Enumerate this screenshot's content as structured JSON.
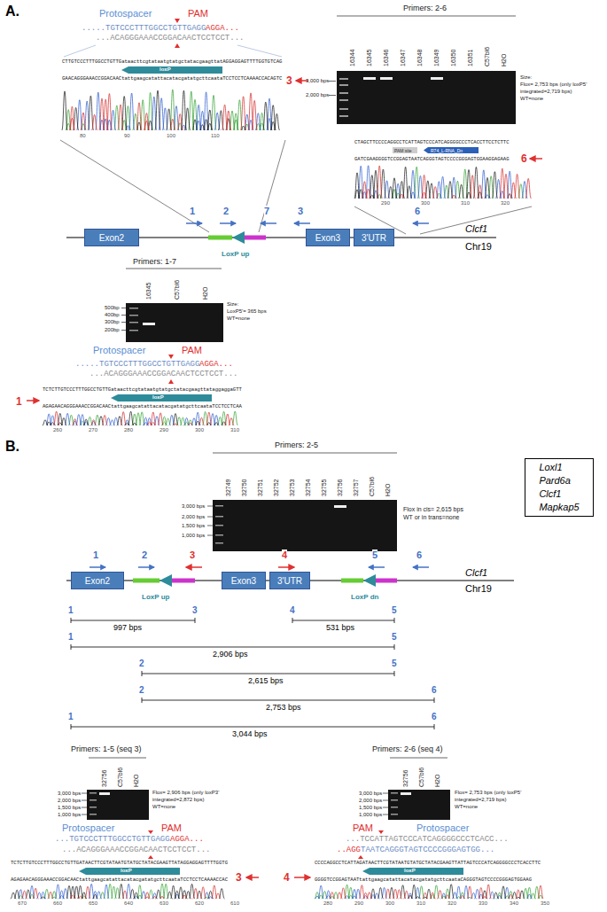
{
  "diagram": {
    "nodes": [
      {
        "text": [
          "Exon2"
        ]
      },
      {
        "text": [
          "Exon3"
        ]
      },
      {
        "text": [
          "3'UTR"
        ]
      },
      {
        "text": [
          "Loxl1 Pard6a Clcf1 Mapkap5"
        ]
      },
      {
        "text": [
          "Exon2"
        ]
      },
      {
        "text": [
          "Exon3"
        ]
      },
      {
        "text": [
          "3'UTR"
        ]
      }
    ],
    "labels": [
      "A.",
      "Protospacer",
      "PAM",
      ".....TGTCCCTTTGGCCTGTTGAGG",
      "AGGA...",
      "...ACAGGGAAACCGGACAACTCCTCCT...",
      "CTTGTCCCTTTGGCCTGTTGataacttcgtataatgtatgctatacgaagttatAGGAGGAGTTTTGGTGTCAG",
      "loxP",
      "GAACAGGGAAACCGGACAACtattgaagcatattacatacgatatgcttcaataTCCTCCTCAAAACCACAGTC",
      "3",
      "80",
      "90",
      "100",
      "110",
      "Primers: 2-6",
      "16344",
      "16345",
      "16346",
      "16347",
      "16348",
      "16349",
      "16350",
      "16351",
      "C57bl6",
      "H2O",
      "3,000 bps",
      "2,000 bps",
      "Size:",
      "Flox= 2,753 bps (only loxP5'",
      "integrated=2,719 bps)",
      "WT=none",
      "CTAGCTTCCCCAGGCCTCATTAGTCCCATCAGGGGCCCTCACCTTCCTCTTC",
      "PAM site",
      "R74_L-RNA_Dn",
      "GATCGAAGGGGTCCGGAGTAATCAGGGTAGTCCCCGGGAGTGGAAGGAGAAG",
      "6",
      "290",
      "300",
      "310",
      "320",
      "1",
      "2",
      "7",
      "3",
      "LoxP up",
      "6",
      "Clcf1",
      "Chr19",
      "Primers: 1-7",
      "16345",
      "C57bl6",
      "H2O",
      "500bp",
      "400bp",
      "300bp",
      "200bp",
      "Size:",
      "LoxP5'= 365 bps",
      "WT=none",
      "Protospacer",
      "PAM",
      ".....TGTCCCTTTGGCCTGTTGAGG",
      "AGGA...",
      "...ACAGGGAAACCGGACAACTCCTCCT...",
      "TCTCTTGTCCCTTTGGCCTGTTGataacttcgtataatgtatgctatacgaagttataggaggaGTT",
      "loxP",
      "AGAGAACAGGGAAACCGGACAACtattgaagcatattacatacgatatgcttcaataTCCTCCTCAA",
      "1",
      "260",
      "270",
      "280",
      "290",
      "300",
      "310",
      "B.",
      "Primers: 2-5",
      "32749",
      "32750",
      "32751",
      "32752",
      "32753",
      "32754",
      "32755",
      "32756",
      "32757",
      "C57bl6",
      "H2O",
      "3,000 bps",
      "2,000 bps",
      "1,500 bps",
      "1,000 bps",
      "Flox in cis= 2,615 bps",
      "WT or in trans=none",
      "1",
      "2",
      "3",
      "4",
      "5",
      "6",
      "LoxP up",
      "LoxP dn",
      "Clcf1",
      "Chr19",
      "1",
      "3",
      "997 bps",
      "4",
      "5",
      "531 bps",
      "1",
      "5",
      "2,906 bps",
      "2",
      "5",
      "2,615 bps",
      "2",
      "6",
      "2,753 bps",
      "1",
      "6",
      "3,044 bps",
      "Primers: 1-5 (seq 3)",
      "32756",
      "C57bl6",
      "H2O",
      "3,000 bps",
      "2,000 bps",
      "1,500 bps",
      "1,000 bps",
      "Flox= 2,906 bps (only loxP3'",
      "integrated=2,872 bps)",
      "WT=none",
      "Protospacer",
      "PAM",
      "...TGTCCCTTTGGCCTGTTGAGG",
      "AGGA...",
      "...ACAGGGAAACCGGACAACTCCTCCT...",
      "TCTCTTGTCCCTTTGGCCTGTTGATAACTTCGTATAATGTATGCTATACGAAGTTATAGGAGGAGTTTTGGTG",
      "loxP",
      "AGAGAACAGGGAAACCGGACAACtattgaagcatattacatacgatatgcttcaataTCCTCCTCAAAACCAC",
      "3",
      "670",
      "660",
      "650",
      "640",
      "630",
      "620",
      "610",
      "Primers: 2-6 (seq 4)",
      "32756",
      "C57bl6",
      "H2O",
      "3,000 bps",
      "2,000 bps",
      "1,500 bps",
      "1,000 bps",
      "Flox= 2,753 bps (only loxP5'",
      "integrated=2,719 bps)",
      "WT=none",
      "PAM",
      "Protospacer",
      "...TCCATTAGTCCCATCAGGGGCCCTCACC...",
      "..AGG",
      "TAATCAGGGTAGTCCCCGGGAGTGG...",
      "CCCCAGGCCTCATTAGATAACTTCGTATAATGTATGCTATACGAAGTTATTAGTCCCATCAGGGGCCCTCACCTTC",
      "loxP",
      "GGGGTCCGGAGTAATtattgaagcatattacatacgatatgcttcaataCAGGGTAGTCCCCGGGAGTGGAAG",
      "4",
      "280",
      "290",
      "300",
      "310",
      "320",
      "330",
      "340",
      "350"
    ]
  }
}
